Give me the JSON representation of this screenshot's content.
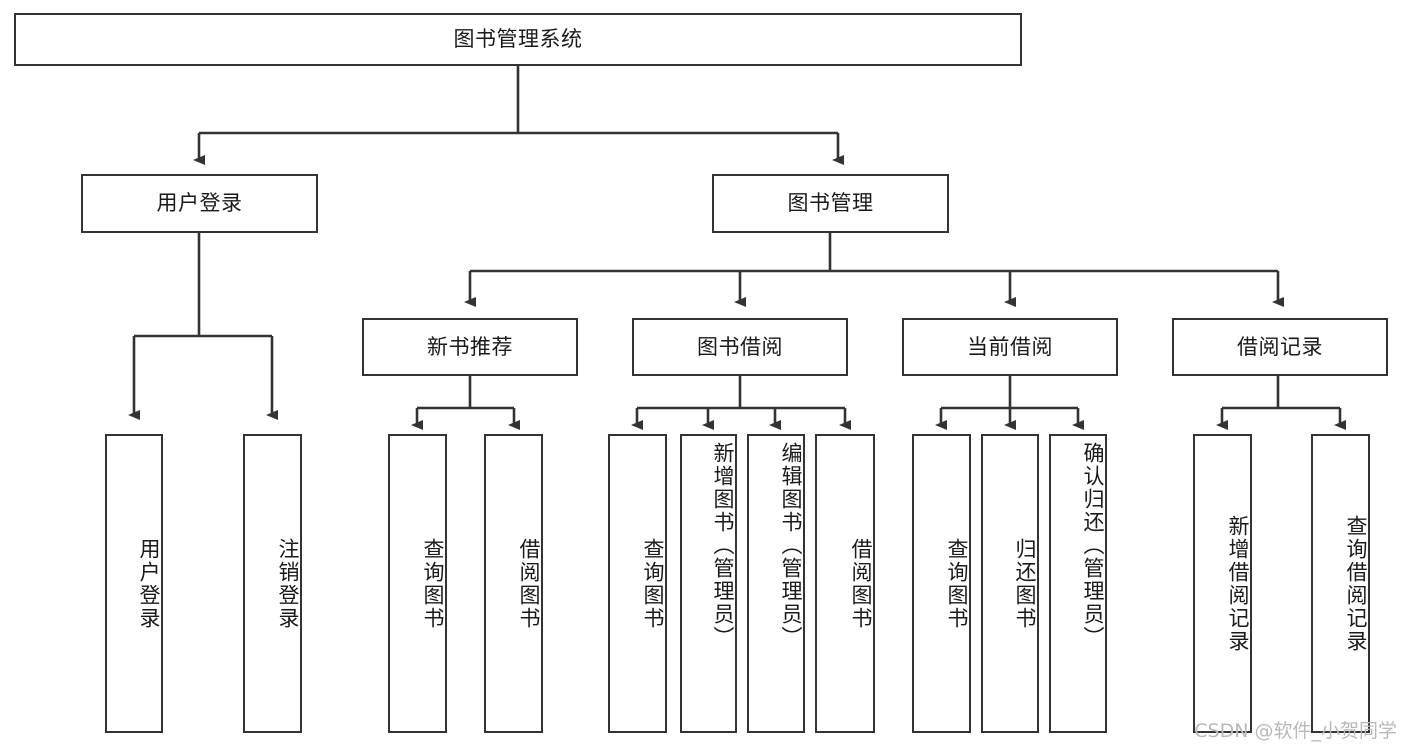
{
  "diagram": {
    "type": "hierarchy-tree",
    "title": "图书管理系统",
    "watermark": "CSDN @软件_小贺同学",
    "colors": {
      "box_border": "#333333",
      "box_fill": "#ffffff",
      "connector": "#333333",
      "text": "#1a1a1a",
      "watermark": "#b9b9b9",
      "background": "#ffffff"
    },
    "levels": {
      "root": "图书管理系统",
      "level2": [
        "用户登录",
        "图书管理"
      ],
      "level3": [
        "新书推荐",
        "图书借阅",
        "当前借阅",
        "借阅记录"
      ]
    },
    "nodes": {
      "root": {
        "label": "图书管理系统"
      },
      "user_login": {
        "label": "用户登录"
      },
      "book_manage": {
        "label": "图书管理"
      },
      "new_book_rec": {
        "label": "新书推荐"
      },
      "book_borrow": {
        "label": "图书借阅"
      },
      "current_borrow": {
        "label": "当前借阅"
      },
      "borrow_record": {
        "label": "借阅记录"
      },
      "leaf_user_login": {
        "label": "用户登录"
      },
      "leaf_logout": {
        "label": "注销登录"
      },
      "leaf_query_book_1": {
        "label": "查询图书"
      },
      "leaf_borrow_book_1": {
        "label": "借阅图书"
      },
      "leaf_query_book_2": {
        "label": "查询图书"
      },
      "leaf_add_book": {
        "label": "新增图书（管理员）"
      },
      "leaf_edit_book": {
        "label": "编辑图书（管理员）"
      },
      "leaf_borrow_book_2": {
        "label": "借阅图书"
      },
      "leaf_query_book_3": {
        "label": "查询图书"
      },
      "leaf_return_book": {
        "label": "归还图书"
      },
      "leaf_confirm_return": {
        "label": "确认归还（管理员）"
      },
      "leaf_add_record": {
        "label": "新增借阅记录"
      },
      "leaf_query_record": {
        "label": "查询借阅记录"
      }
    },
    "edges": [
      {
        "from": "root",
        "to": "user_login"
      },
      {
        "from": "root",
        "to": "book_manage"
      },
      {
        "from": "user_login",
        "to": "leaf_user_login"
      },
      {
        "from": "user_login",
        "to": "leaf_logout"
      },
      {
        "from": "book_manage",
        "to": "new_book_rec"
      },
      {
        "from": "book_manage",
        "to": "book_borrow"
      },
      {
        "from": "book_manage",
        "to": "current_borrow"
      },
      {
        "from": "book_manage",
        "to": "borrow_record"
      },
      {
        "from": "new_book_rec",
        "to": "leaf_query_book_1"
      },
      {
        "from": "new_book_rec",
        "to": "leaf_borrow_book_1"
      },
      {
        "from": "book_borrow",
        "to": "leaf_query_book_2"
      },
      {
        "from": "book_borrow",
        "to": "leaf_add_book"
      },
      {
        "from": "book_borrow",
        "to": "leaf_edit_book"
      },
      {
        "from": "book_borrow",
        "to": "leaf_borrow_book_2"
      },
      {
        "from": "current_borrow",
        "to": "leaf_query_book_3"
      },
      {
        "from": "current_borrow",
        "to": "leaf_return_book"
      },
      {
        "from": "current_borrow",
        "to": "leaf_confirm_return"
      },
      {
        "from": "borrow_record",
        "to": "leaf_add_record"
      },
      {
        "from": "borrow_record",
        "to": "leaf_query_record"
      }
    ]
  }
}
